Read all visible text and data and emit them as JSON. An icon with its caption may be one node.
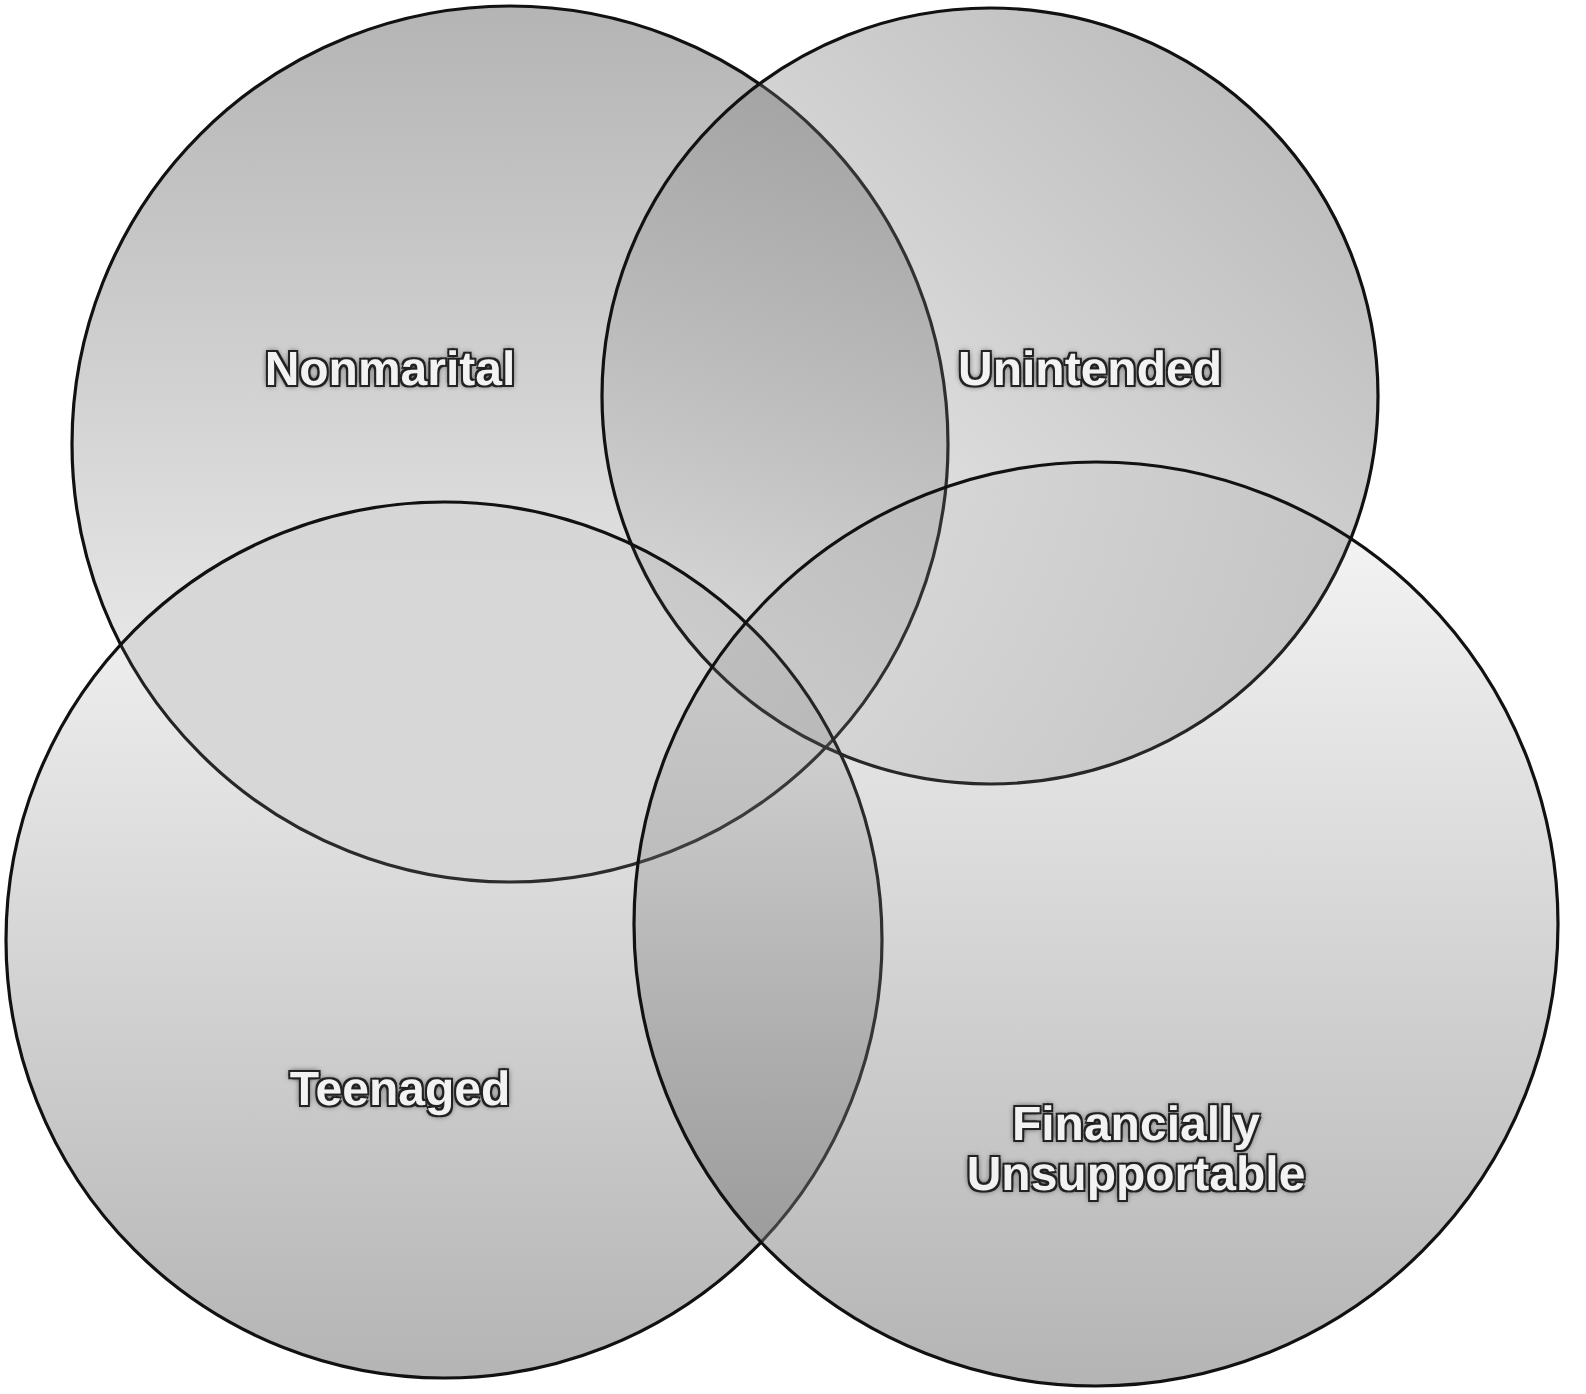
{
  "diagram": {
    "nodes": [
      {
        "text": [
          "Nonmarital"
        ]
      },
      {
        "text": [
          "Unintended"
        ]
      },
      {
        "text": [
          "Teenaged"
        ]
      },
      {
        "text": [
          "Financially Unsupportable"
        ]
      }
    ]
  }
}
